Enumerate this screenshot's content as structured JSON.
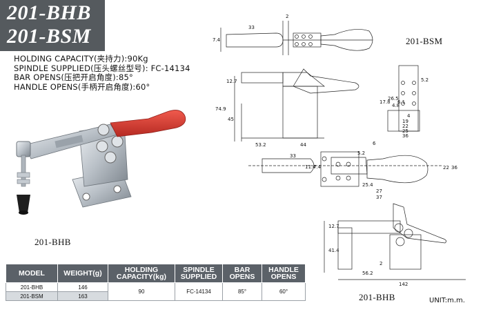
{
  "title": {
    "line1": "201-BHB",
    "line2": "201-BSM"
  },
  "specs": [
    "HOLDING CAPACITY(夹持力):90Kg",
    "SPINDLE SUPPLIED(压头螺丝型号): FC-14134",
    "BAR OPENS(压把开启角度):85°",
    "HANDLE OPENS(手柄开启角度):60°"
  ],
  "photo_caption": "201-BHB",
  "drawings": {
    "label_bsm": "201-BSM",
    "label_bhb": "201-BHB",
    "unit": "UNIT:m.m.",
    "dims_top": {
      "d33": "33",
      "d2": "2",
      "d74": "7.4"
    },
    "dims_side": {
      "d127": "12.7",
      "d749": "74.9",
      "d45": "45",
      "d532": "53.2",
      "d44": "44"
    },
    "dims_front": {
      "d52": "5.2",
      "d265": "26.5",
      "d178": "17.8",
      "d48": "4.8",
      "d61": "6.1",
      "d4": "4",
      "d19": "19",
      "d22": "22",
      "d25": "25",
      "d36": "36"
    },
    "dims_plan": {
      "d33": "33",
      "d6": "6",
      "d52": "5.2",
      "d114": "11.4",
      "d74": "7.4",
      "d254": "25.4",
      "d27": "27",
      "d37": "37",
      "d22": "22",
      "d36": "36"
    },
    "dims_bhb": {
      "d127": "12.7",
      "d414": "41.4",
      "d2": "2",
      "d562": "56.2",
      "d142": "142"
    }
  },
  "table": {
    "headers": [
      "MODEL",
      "WEIGHT(g)",
      "HOLDING CAPACITY(kg)",
      "SPINDLE SUPPLIED",
      "BAR OPENS",
      "HANDLE OPENS"
    ],
    "rows": [
      {
        "model": "201-BHB",
        "weight": "146"
      },
      {
        "model": "201-BSM",
        "weight": "163"
      }
    ],
    "shared": {
      "capacity": "90",
      "spindle": "FC-14134",
      "bar": "85°",
      "handle": "60°"
    }
  },
  "colors": {
    "title_bg": "#555a5e",
    "header_bg": "#5b6168",
    "handle_red": "#d8342b",
    "metal": "#c9ced3"
  }
}
